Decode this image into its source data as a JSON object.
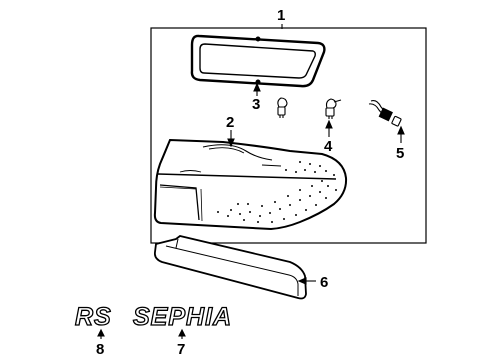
{
  "callouts": {
    "c1": "1",
    "c2": "2",
    "c3": "3",
    "c4": "4",
    "c5": "5",
    "c6": "6",
    "c7": "7",
    "c8": "8"
  },
  "emblems": {
    "rs": "RS",
    "sephia": "SEPHIA"
  },
  "colors": {
    "line": "#000000",
    "background": "#ffffff"
  }
}
